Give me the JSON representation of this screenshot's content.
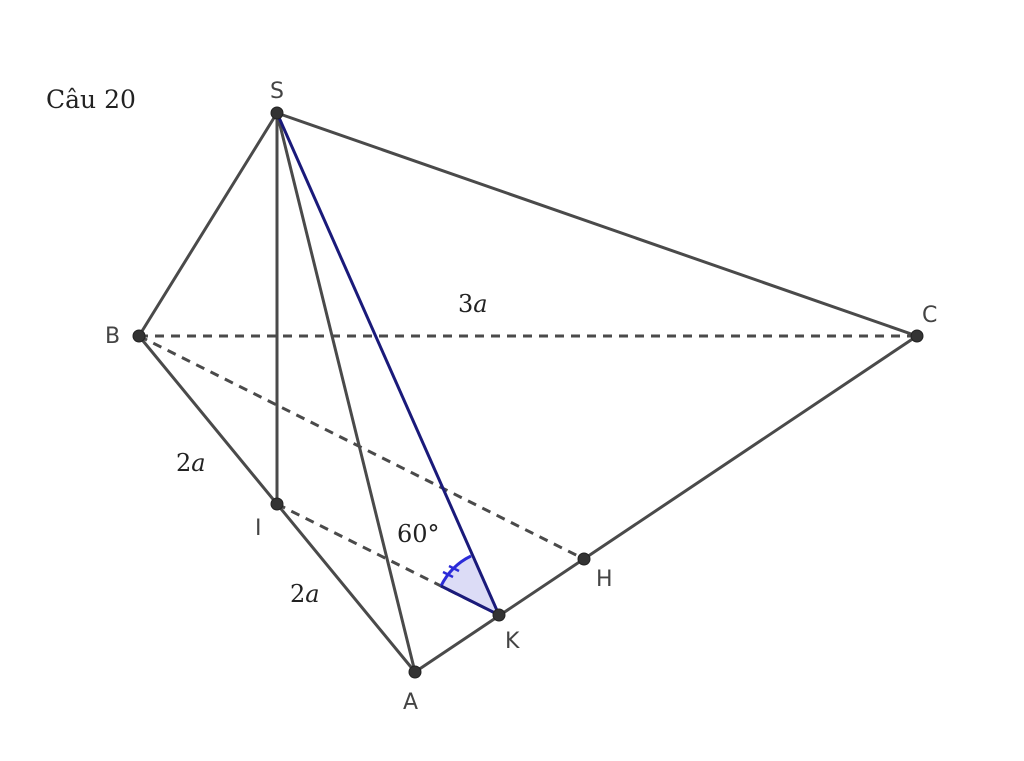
{
  "title": "Câu 20",
  "points": {
    "S": "S",
    "B": "B",
    "C": "C",
    "I": "I",
    "A": "A",
    "K": "K",
    "H": "H"
  },
  "lengths": {
    "BC": {
      "coef": "3",
      "var": "a"
    },
    "BI": {
      "coef": "2",
      "var": "a"
    },
    "IA": {
      "coef": "2",
      "var": "a"
    }
  },
  "angle_label": "60°",
  "colors": {
    "edge": "#4a4a4a",
    "angle_arc": "#2b2bd8",
    "angle_fill": "#dcdcf6"
  }
}
